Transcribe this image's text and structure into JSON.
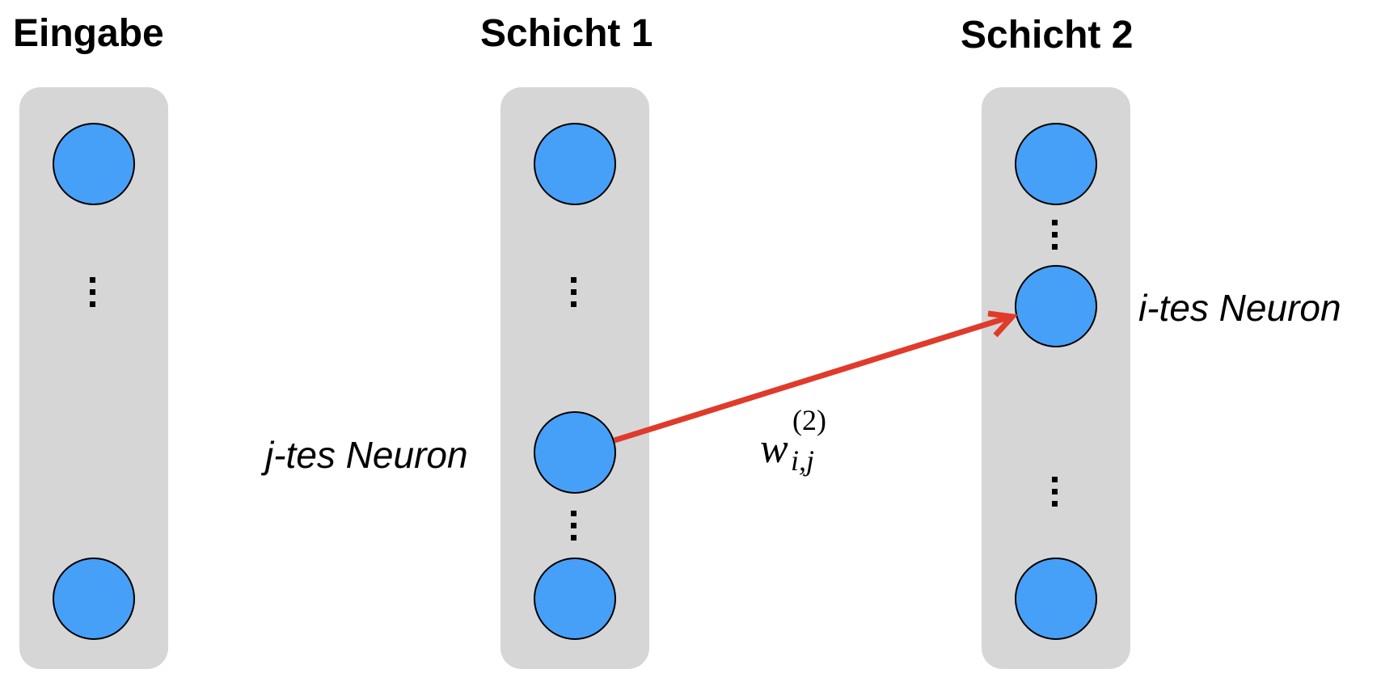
{
  "layers": [
    {
      "title": "Eingabe"
    },
    {
      "title": "Schicht 1"
    },
    {
      "title": "Schicht 2"
    }
  ],
  "labels": {
    "j_neuron": "j-tes Neuron",
    "i_neuron": "i-tes Neuron"
  },
  "weight": {
    "symbol": "w",
    "superscript": "(2)",
    "subscript": "i,j"
  },
  "colors": {
    "panel": "#d6d6d6",
    "neuron": "#47a0f7",
    "neuron_stroke": "#000000",
    "arrow": "#e03a2b"
  }
}
